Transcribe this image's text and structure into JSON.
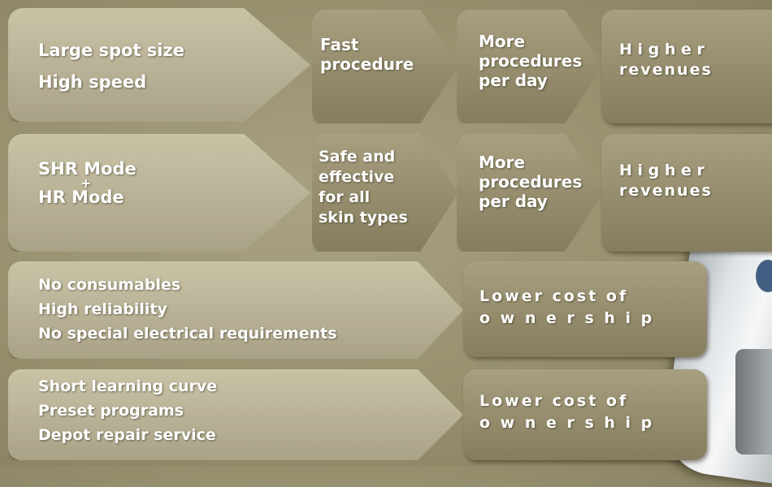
{
  "rows": [
    {
      "features": [
        "Large spot size",
        "High speed"
      ],
      "benefit": [
        "Fast",
        "procedure"
      ],
      "result": [
        "More",
        "procedures",
        "per day"
      ],
      "outcome": [
        "H i g h e r",
        "revenues"
      ]
    },
    {
      "features": [
        "SHR Mode",
        "+",
        "HR Mode"
      ],
      "benefit": [
        "Safe and",
        "effective",
        "for all",
        "skin types"
      ],
      "result": [
        "More",
        "procedures",
        "per day"
      ],
      "outcome": [
        "H i g h e r",
        "revenues"
      ]
    },
    {
      "features": [
        "No consumables",
        "High reliability",
        "No special electrical requirements"
      ],
      "outcome": [
        "Lower cost of",
        "o w n e r s h i p"
      ]
    },
    {
      "features": [
        "Short learning curve",
        "Preset programs",
        "Depot repair service"
      ],
      "outcome": [
        "Lower cost of",
        "o w n e r s h i p"
      ]
    }
  ]
}
